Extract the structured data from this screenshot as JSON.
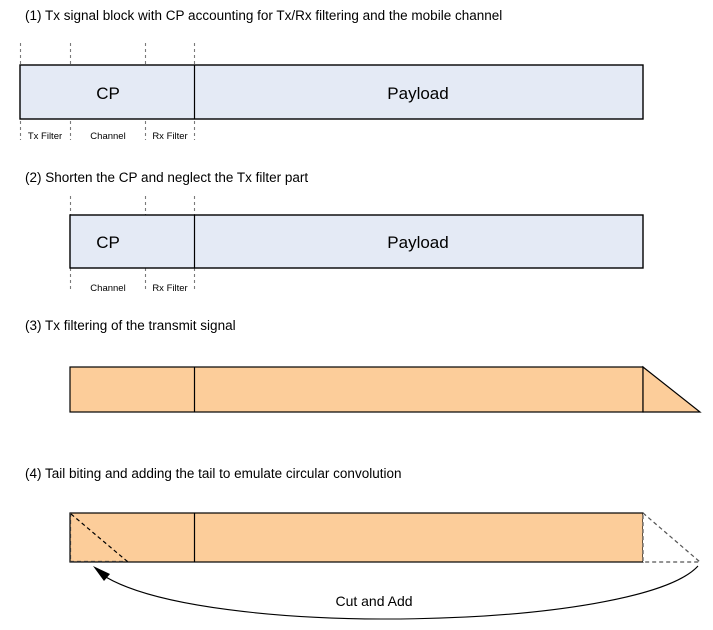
{
  "figure": {
    "title_visible": false,
    "colors": {
      "signal_block_fill": "#e4eaf5",
      "filtered_block_fill": "#fccd9a",
      "outline": "#000000",
      "guide_dash": "#7a7a7a",
      "background": "#ffffff"
    }
  },
  "steps": [
    {
      "id": "step-1",
      "heading": "(1) Tx signal block with CP accounting for Tx/Rx filtering and the mobile channel",
      "block_labels": {
        "cp": "CP",
        "payload": "Payload"
      },
      "tick_labels": [
        "Tx Filter",
        "Channel",
        "Rx Filter"
      ]
    },
    {
      "id": "step-2",
      "heading": "(2) Shorten the CP and neglect the Tx filter part",
      "block_labels": {
        "cp": "CP",
        "payload": "Payload"
      },
      "tick_labels": [
        "Channel",
        "Rx Filter"
      ]
    },
    {
      "id": "step-3",
      "heading": "(3) Tx filtering of the transmit signal",
      "block_labels": {
        "cp": "",
        "payload": ""
      },
      "tick_labels": []
    },
    {
      "id": "step-4",
      "heading": "(4) Tail biting and adding the tail to emulate circular convolution",
      "block_labels": {
        "cp": "",
        "payload": ""
      },
      "tick_labels": [],
      "annotation": "Cut and Add"
    }
  ]
}
